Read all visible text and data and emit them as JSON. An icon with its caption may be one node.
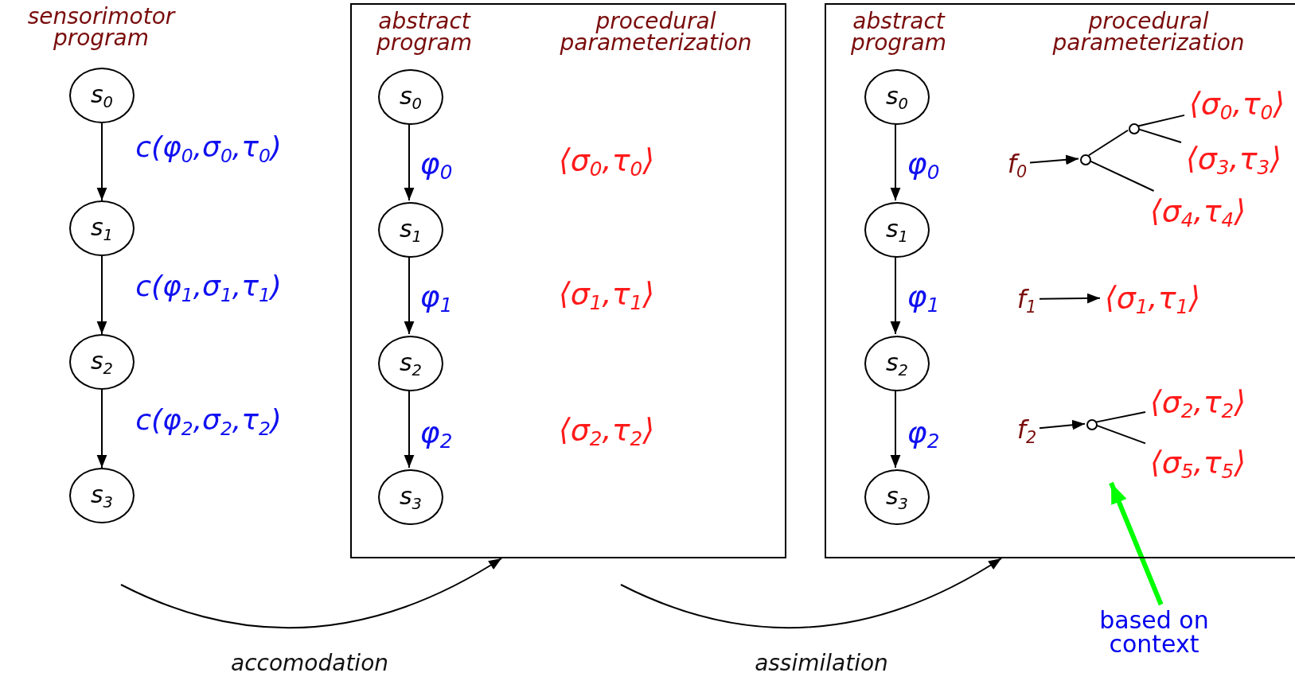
{
  "diagram": {
    "nodes": [
      {
        "text": [
          "s$_{0}$"
        ]
      },
      {
        "text": [
          "s$_{1}$"
        ]
      },
      {
        "text": [
          "s$_{2}$"
        ]
      },
      {
        "text": [
          "s$_{3}$"
        ]
      },
      {
        "text": [
          "abstract program",
          "procedural parameterization"
        ]
      },
      {
        "text": [
          "s$_{0}$"
        ],
        "in": 4
      },
      {
        "text": [
          "s$_{1}$"
        ],
        "in": 4
      },
      {
        "text": [
          "s$_{2}$"
        ],
        "in": 4
      },
      {
        "text": [
          "s$_{3}$"
        ],
        "in": 4
      },
      {
        "text": [
          "abstract program",
          "procedural parameterization"
        ]
      },
      {
        "text": [
          "s$_{0}$"
        ],
        "in": 9
      },
      {
        "text": [
          "s$_{1}$"
        ],
        "in": 9
      },
      {
        "text": [
          "s$_{2}$"
        ],
        "in": 9
      },
      {
        "text": [
          "s$_{3}$"
        ],
        "in": 9
      },
      {
        "text": [
          "f$_{0}$"
        ],
        "in": 9
      },
      {
        "text": [],
        "shape": "circle",
        "in": 9
      },
      {
        "text": [],
        "shape": "circle",
        "in": 9
      },
      {
        "text": [
          "⟨σ$_{0}$,τ$_{0}$⟩"
        ],
        "in": 9
      },
      {
        "text": [
          "⟨σ$_{3}$,τ$_{3}$⟩"
        ],
        "in": 9
      },
      {
        "text": [
          "⟨σ$_{4}$,τ$_{4}$⟩"
        ],
        "in": 9
      },
      {
        "text": [
          "f$_{1}$"
        ],
        "in": 9
      },
      {
        "text": [
          "⟨σ$_{1}$,τ$_{1}$⟩"
        ],
        "in": 9
      },
      {
        "text": [
          "f$_{2}$"
        ],
        "in": 9
      },
      {
        "text": [],
        "shape": "circle",
        "in": 9
      },
      {
        "text": [
          "⟨σ$_{2}$,τ$_{2}$⟩"
        ],
        "in": 9
      },
      {
        "text": [
          "⟨σ$_{5}$,τ$_{5}$⟩"
        ],
        "in": 9
      },
      {
        "text": [
          "based on context"
        ]
      }
    ],
    "edges": [
      {
        "from": 0,
        "to": 1,
        "arrow": "to",
        "label": "c(φ$_{0}$,σ$_{0}$,τ$_{0}$)"
      },
      {
        "from": 1,
        "to": 2,
        "arrow": "to",
        "label": "c(φ$_{1}$,σ$_{1}$,τ$_{1}$)"
      },
      {
        "from": 2,
        "to": 3,
        "arrow": "to",
        "label": "c(φ$_{2}$,σ$_{2}$,τ$_{2}$)"
      },
      {
        "from": 5,
        "to": 6,
        "arrow": "to",
        "label": "φ$_{0}$"
      },
      {
        "from": 6,
        "to": 7,
        "arrow": "to",
        "label": "φ$_{1}$"
      },
      {
        "from": 7,
        "to": 8,
        "arrow": "to",
        "label": "φ$_{2}$"
      },
      {
        "from": 10,
        "to": 11,
        "arrow": "to",
        "label": "φ$_{0}$"
      },
      {
        "from": 11,
        "to": 12,
        "arrow": "to",
        "label": "φ$_{1}$"
      },
      {
        "from": 12,
        "to": 13,
        "arrow": "to",
        "label": "φ$_{2}$"
      },
      {
        "from": 14,
        "to": 15,
        "arrow": "to"
      },
      {
        "from": 15,
        "to": 16,
        "arrow": "none"
      },
      {
        "from": 16,
        "to": 17,
        "arrow": "none"
      },
      {
        "from": 16,
        "to": 18,
        "arrow": "none"
      },
      {
        "from": 15,
        "to": 19,
        "arrow": "none"
      },
      {
        "from": 20,
        "to": 21,
        "arrow": "to"
      },
      {
        "from": 22,
        "to": 23,
        "arrow": "to"
      },
      {
        "from": 23,
        "to": 24,
        "arrow": "none"
      },
      {
        "from": 23,
        "to": 25,
        "arrow": "none"
      },
      {
        "from": 26,
        "to": 25,
        "arrow": "to",
        "style": "thick",
        "color": "#00ff00"
      },
      {
        "from": null,
        "to": 4,
        "arrow": "to",
        "label": "accomodation"
      },
      {
        "from": null,
        "to": 9,
        "arrow": "to",
        "label": "assimilation"
      }
    ],
    "labels": [
      "sensorimotor program",
      "⟨σ$_{0}$,τ$_{0}$⟩",
      "⟨σ$_{1}$,τ$_{1}$⟩",
      "⟨σ$_{2}$,τ$_{2}$⟩"
    ]
  }
}
